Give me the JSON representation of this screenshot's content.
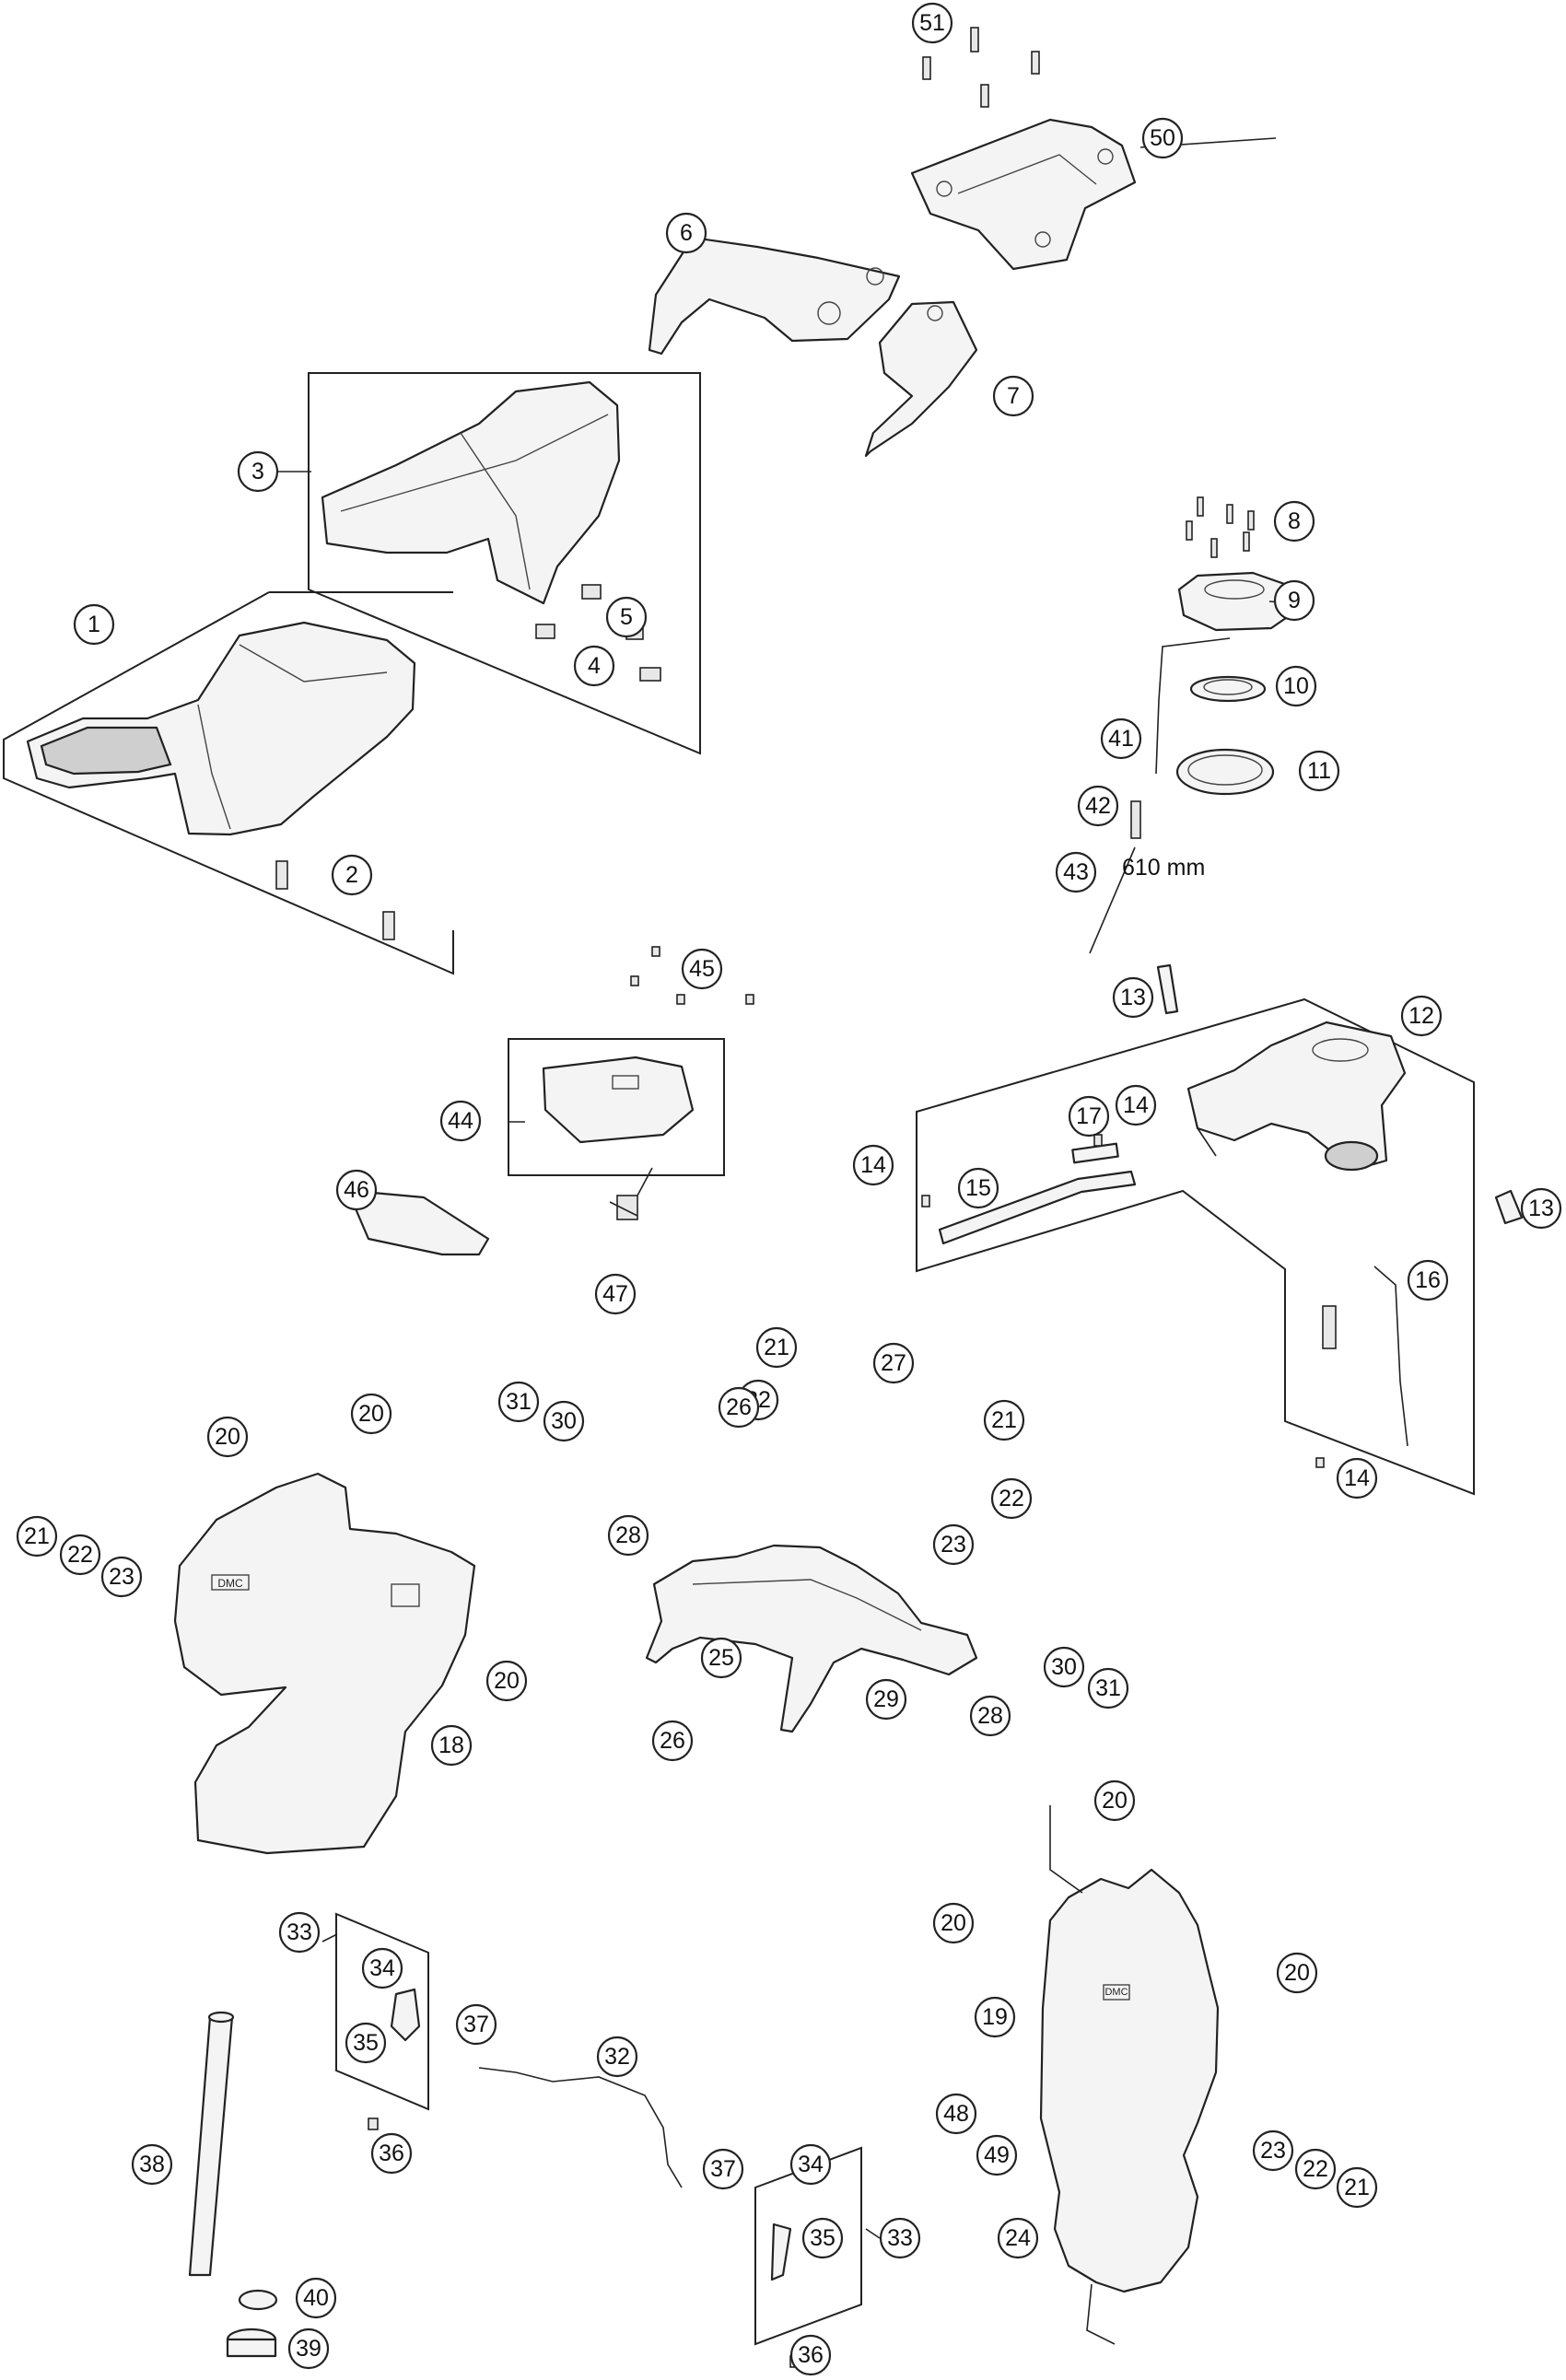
{
  "diagram": {
    "callouts": [
      "1",
      "2",
      "3",
      "4",
      "5",
      "6",
      "7",
      "8",
      "9",
      "10",
      "11",
      "12",
      "13",
      "14",
      "15",
      "16",
      "17",
      "18",
      "19",
      "20",
      "21",
      "22",
      "23",
      "24",
      "25",
      "26",
      "27",
      "28",
      "29",
      "30",
      "31",
      "32",
      "33",
      "34",
      "35",
      "36",
      "37",
      "38",
      "39",
      "40",
      "41",
      "42",
      "43",
      "44",
      "45",
      "46",
      "47",
      "48",
      "49",
      "50",
      "51"
    ],
    "annotations": {
      "hose_length": "610 mm"
    },
    "tank_label": "DMC"
  }
}
